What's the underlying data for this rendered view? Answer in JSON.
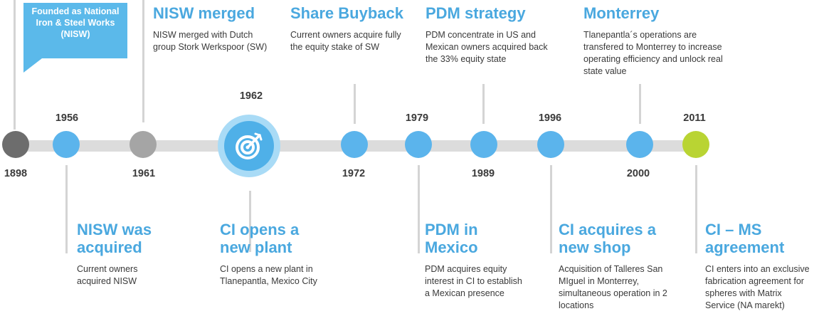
{
  "callout": {
    "text": "Founded as National Iron & Steel Works (NISW)"
  },
  "icons": {
    "target": "target-icon"
  },
  "colors": {
    "blue": "#5bb4ec",
    "gray_dark": "#6d6d6d",
    "gray": "#a5a5a5",
    "green": "#b9d433",
    "title_blue": "#4aa8df"
  },
  "years": [
    "1898",
    "1956",
    "1961",
    "1962",
    "1972",
    "1979",
    "1989",
    "1996",
    "2000",
    "2011"
  ],
  "events": [
    {
      "title": "NISW merged",
      "desc": "NISW merged with Dutch group Stork Werkspoor (SW)"
    },
    {
      "title": "Share Buyback",
      "desc": "Current owners acquire fully the equity stake of SW"
    },
    {
      "title": "PDM strategy",
      "desc": "PDM concentrate in US and Mexican owners acquired back the 33% equity state"
    },
    {
      "title": "Monterrey",
      "desc": "Tlanepantla´s operations are transfered to Monterrey to increase operating efficiency and unlock real state value"
    },
    {
      "title": "NISW was acquired",
      "desc": "Current owners acquired NISW"
    },
    {
      "title": "CI opens a new plant",
      "desc": "CI opens a new plant in Tlanepantla, Mexico City"
    },
    {
      "title": "PDM in Mexico",
      "desc": "PDM acquires equity interest in CI to establish a Mexican presence"
    },
    {
      "title": "CI acquires a new shop",
      "desc": "Acquisition of Talleres San MIguel in Monterrey, simultaneous operation in 2 locations"
    },
    {
      "title": "CI – MS agreement",
      "desc": "CI enters into an exclusive fabrication agreement for spheres with Matrix Service (NA marekt)"
    }
  ]
}
